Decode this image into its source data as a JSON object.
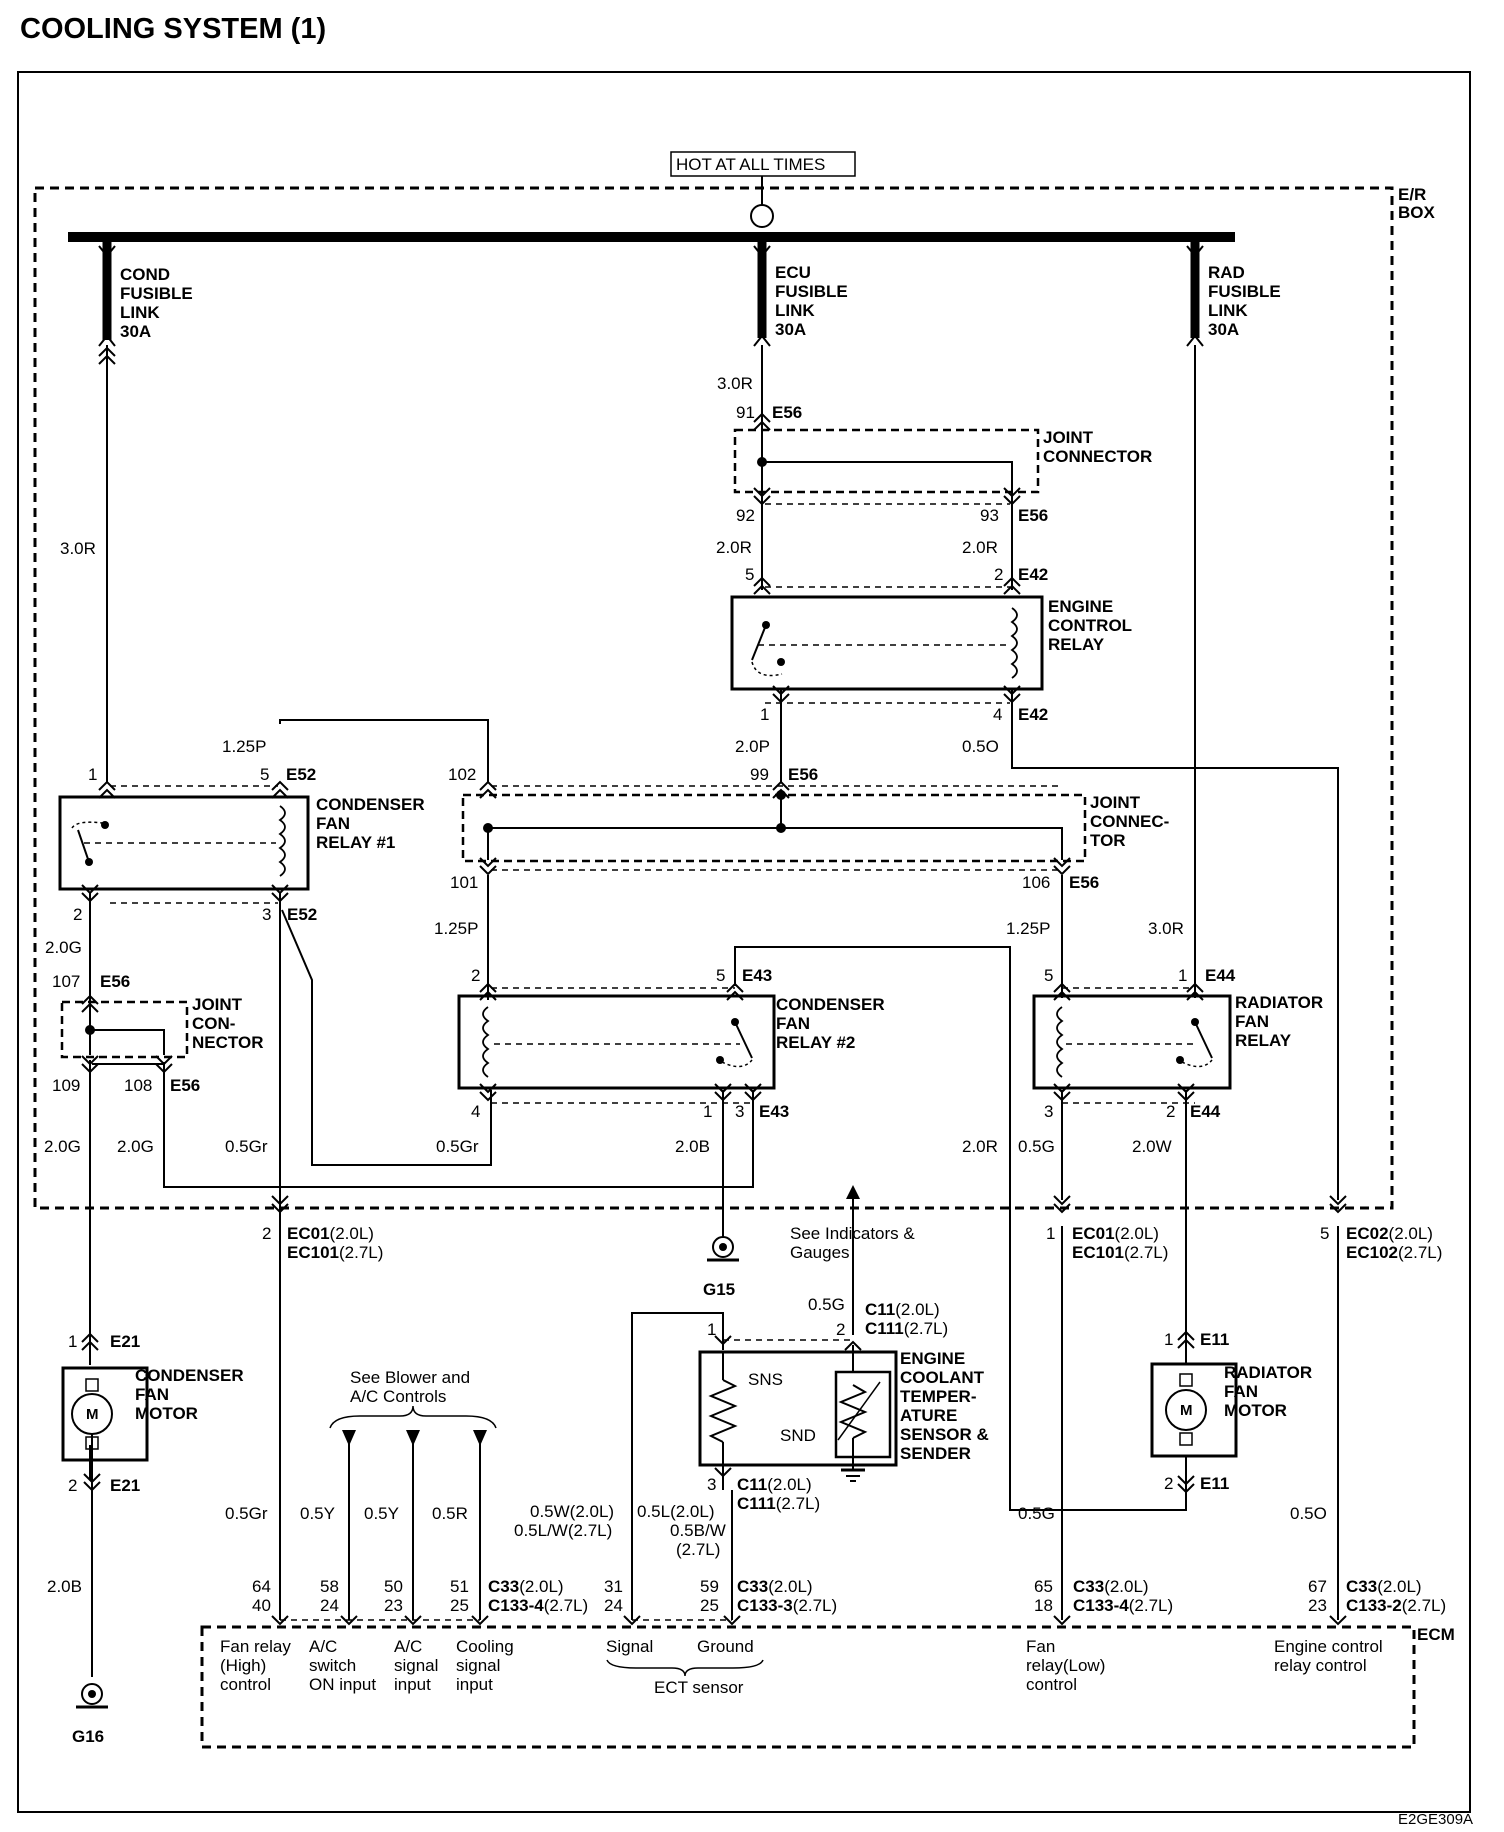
{
  "title": "COOLING SYSTEM (1)",
  "figure_code": "E2GE309A",
  "hot_label": "HOT AT ALL TIMES",
  "er_box": [
    "E/R",
    "BOX"
  ],
  "ecm_label": "ECM",
  "fusible_links": {
    "cond": [
      "COND",
      "FUSIBLE",
      "LINK",
      "30A"
    ],
    "ecu": [
      "ECU",
      "FUSIBLE",
      "LINK",
      "30A"
    ],
    "rad": [
      "RAD",
      "FUSIBLE",
      "LINK",
      "30A"
    ]
  },
  "components": {
    "joint_top": [
      "JOINT",
      "CONNECTOR"
    ],
    "engine_relay": [
      "ENGINE",
      "CONTROL",
      "RELAY"
    ],
    "cond_relay1": [
      "CONDENSER",
      "FAN",
      "RELAY #1"
    ],
    "joint_mid": [
      "JOINT",
      "CONNEC-",
      "TOR"
    ],
    "joint_left": [
      "JOINT",
      "CON-",
      "NECTOR"
    ],
    "cond_relay2": [
      "CONDENSER",
      "FAN",
      "RELAY #2"
    ],
    "rad_relay": [
      "RADIATOR",
      "FAN",
      "RELAY"
    ],
    "cond_motor": [
      "CONDENSER",
      "FAN",
      "MOTOR"
    ],
    "rad_motor": [
      "RADIATOR",
      "FAN",
      "MOTOR"
    ],
    "ect_sensor": [
      "ENGINE",
      "COOLANT",
      "TEMPER-",
      "ATURE",
      "SENSOR &",
      "SENDER"
    ],
    "sns": "SNS",
    "snd": "SND",
    "motor_m": "M"
  },
  "references": {
    "blower": [
      "See Blower and",
      "A/C Controls"
    ],
    "indicators": [
      "See Indicators &",
      "Gauges"
    ]
  },
  "grounds": {
    "g15": "G15",
    "g16": "G16"
  },
  "connectors": {
    "e56": "E56",
    "e42": "E42",
    "e52": "E52",
    "e43": "E43",
    "e44": "E44",
    "e21": "E21",
    "e11": "E11",
    "ec01": "EC01",
    "ec101": "EC101",
    "ec02": "EC02",
    "ec102": "EC102",
    "c11": "C11",
    "c111": "C111",
    "c33": "C33",
    "c133_4": "C133-4",
    "c133_3": "C133-3",
    "c133_2": "C133-2",
    "l20": "(2.0L)",
    "l27": "(2.7L)"
  },
  "pins": {
    "p91": "91",
    "p92": "92",
    "p93": "93",
    "p5": "5",
    "p2": "2",
    "p1": "1",
    "p4": "4",
    "p99": "99",
    "p102": "102",
    "p101": "101",
    "p106": "106",
    "p3": "3",
    "p107": "107",
    "p109": "109",
    "p108": "108",
    "p64": "64",
    "p40": "40",
    "p58": "58",
    "p24": "24",
    "p50": "50",
    "p23": "23",
    "p51": "51",
    "p25": "25",
    "p31": "31",
    "p59": "59",
    "p65": "65",
    "p18": "18",
    "p67": "67"
  },
  "wires": {
    "w30R": "3.0R",
    "w20R": "2.0R",
    "w20P": "2.0P",
    "w05O": "0.5O",
    "w125P": "1.25P",
    "w20G": "2.0G",
    "w05Gr": "0.5Gr",
    "w20B": "2.0B",
    "w05G": "0.5G",
    "w20W": "2.0W",
    "w05Y": "0.5Y",
    "w05R": "0.5R",
    "w05W": "0.5W(2.0L)",
    "w05LW": "0.5L/W(2.7L)",
    "w05L": "0.5L(2.0L)",
    "w05BW": "0.5B/W",
    "w27": "(2.7L)"
  },
  "ecm_inputs": {
    "fan_high": [
      "Fan relay",
      "(High)",
      "control"
    ],
    "ac_switch": [
      "A/C",
      "switch",
      "ON input"
    ],
    "ac_signal": [
      "A/C",
      "signal",
      "input"
    ],
    "cooling_signal": [
      "Cooling",
      "signal",
      "input"
    ],
    "signal": "Signal",
    "ground": "Ground",
    "ect_sensor": "ECT sensor",
    "fan_low": [
      "Fan",
      "relay(Low)",
      "control"
    ],
    "engine_control": [
      "Engine control",
      "relay control"
    ]
  }
}
